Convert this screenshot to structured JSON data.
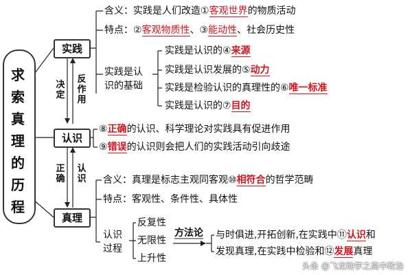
{
  "root": {
    "title": "求索真理的历程"
  },
  "nodes": {
    "practice": "实践",
    "knowledge": "认识",
    "truth": "真理"
  },
  "edges": {
    "decides": "决定",
    "reacts": "反作用",
    "correct": "正确",
    "knowledge": "认识"
  },
  "practice": {
    "meaning": {
      "prefix": "含义：实践是人们改造①",
      "key": "客观世界",
      "suffix": "的物质活动"
    },
    "features": {
      "p1": "特点：②",
      "k1": "客观物质性",
      "p2": "、③",
      "k2": "能动性",
      "p3": "、社会历史性"
    },
    "basis_label": "实践是认识的基础",
    "basis": [
      {
        "prefix": "实践是认识的④",
        "key": "来源"
      },
      {
        "prefix": "实践是认识发展的⑤",
        "key": "动力"
      },
      {
        "prefix": "实践是检验认识的真理性的⑥",
        "key": "唯一标准"
      },
      {
        "prefix": "实践是认识的⑦",
        "key": "目的"
      }
    ]
  },
  "knowledge": {
    "correct": {
      "num": "⑧",
      "key": "正确",
      "suffix": "的认识、科学理论对实践具有促进作用"
    },
    "wrong": {
      "num": "⑨",
      "key": "错误",
      "suffix": "的认识则会把人们的实践活动引向歧途"
    }
  },
  "truth": {
    "meaning": {
      "prefix": "含义：真理是标志主观同客观⑩",
      "key": "相符合",
      "suffix": "的哲学范畴"
    },
    "features": "特点：客观性、条件性、具体性",
    "process_label": "认识过程",
    "process_items": [
      "反复性",
      "无限性",
      "上升性"
    ],
    "method_label": "方法论",
    "method_line1": {
      "prefix": "与时俱进,开拓创新,在实践中⑪",
      "key": "认识",
      "suffix": "和"
    },
    "method_line2": {
      "prefix": "发现真理,在实践中检验和⑫",
      "key": "发展",
      "suffix": "真理"
    }
  },
  "watermark": "头条 @飞龙助学之高中政治"
}
